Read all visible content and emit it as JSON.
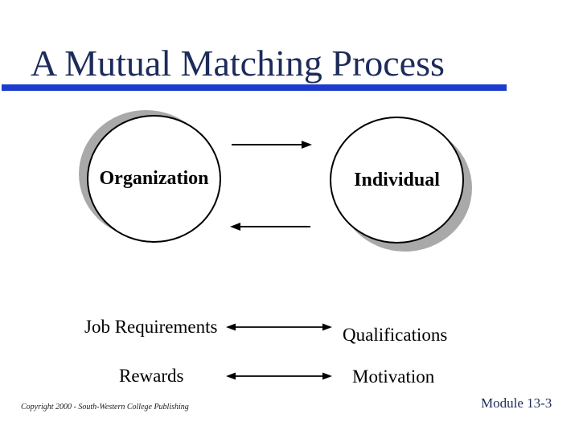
{
  "slide": {
    "title": "A Mutual Matching Process",
    "diagram": {
      "organization_label": "Organization",
      "individual_label": "Individual",
      "exchanges": [
        {
          "from_org": "Job Requirements",
          "from_ind": "Qualifications"
        },
        {
          "from_org": "Rewards",
          "from_ind": "Motivation"
        }
      ]
    },
    "footer": {
      "copyright": "Copyright 2000 - South-Western College Publishing",
      "module": "Module 13-3"
    },
    "colors": {
      "title_navy": "#1c2b5a",
      "rule_blue": "#1d3ccd",
      "shadow_gray": "#a9a9a9",
      "body_black": "#000000"
    }
  }
}
